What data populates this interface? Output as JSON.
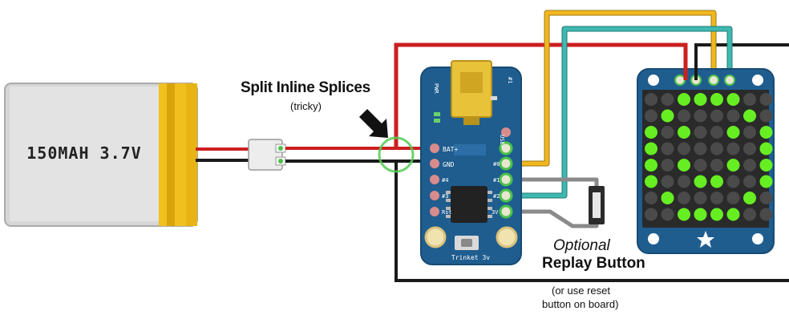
{
  "battery": {
    "label": "150MAH 3.7V"
  },
  "splice": {
    "title": "Split Inline Splices",
    "subtitle": "(tricky)"
  },
  "trinket": {
    "name": "Trinket 3v",
    "pins_right": [
      "BAT+",
      "GND",
      "#0",
      "#1",
      "#2",
      "3V"
    ],
    "pins_left": [
      "#4",
      "#3",
      "Rst"
    ],
    "top_left": "PWR",
    "top_right": "#1",
    "usb_label": "USB+"
  },
  "button": {
    "title": "Optional",
    "subtitle": "Replay Button"
  },
  "reset_note": {
    "line1": "(or use reset",
    "line2": "button on board)"
  },
  "matrix": {
    "pattern": [
      "00111100",
      "01000010",
      "10100101",
      "10000001",
      "10100101",
      "10011001",
      "01000010",
      "00111100"
    ]
  },
  "colors": {
    "red_wire": "#cc1f1f",
    "black_wire": "#1a1a1a",
    "yellow_wire": "#f2b71f",
    "teal_wire": "#3fb8b0",
    "board_blue": "#1f5d8f",
    "led_on": "#66ee22",
    "led_off": "#4a4a4a",
    "splice_ring": "#55cc55"
  }
}
